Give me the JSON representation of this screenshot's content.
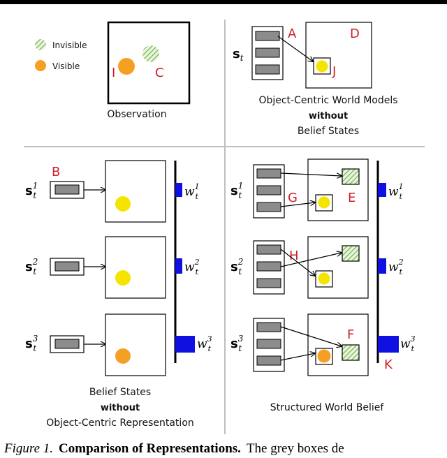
{
  "legend": {
    "invisible": "Invisible",
    "visible": "Visible"
  },
  "observation": {
    "caption": "Observation",
    "label_I": "I",
    "label_C": "C"
  },
  "ocwm": {
    "line1": "Object-Centric World Models",
    "line2": "without",
    "line3": "Belief States",
    "label_A": "A",
    "label_D": "D",
    "label_J": "J",
    "state_main": "s",
    "state_sub": "t"
  },
  "belief": {
    "line1": "Belief States",
    "line2": "without",
    "line3": "Object-Centric Representation",
    "label_B": "B",
    "rows": [
      {
        "s": "s",
        "sup": "1",
        "sub": "t",
        "w": "w",
        "wsup": "1",
        "wsub": "t"
      },
      {
        "s": "s",
        "sup": "2",
        "sub": "t",
        "w": "w",
        "wsup": "2",
        "wsub": "t"
      },
      {
        "s": "s",
        "sup": "3",
        "sub": "t",
        "w": "w",
        "wsup": "3",
        "wsub": "t"
      }
    ]
  },
  "swb": {
    "caption": "Structured World Belief",
    "label_G": "G",
    "label_E": "E",
    "label_H": "H",
    "label_F": "F",
    "label_K": "K",
    "rows": [
      {
        "s": "s",
        "sup": "1",
        "sub": "t",
        "w": "w",
        "wsup": "1",
        "wsub": "t"
      },
      {
        "s": "s",
        "sup": "2",
        "sub": "t",
        "w": "w",
        "wsup": "2",
        "wsub": "t"
      },
      {
        "s": "s",
        "sup": "3",
        "sub": "t",
        "w": "w",
        "wsup": "3",
        "wsub": "t"
      }
    ]
  },
  "figure_caption": {
    "prefix": "Figure 1.",
    "title": "Comparison of Representations.",
    "text": "The grey boxes de"
  },
  "colors": {
    "yellow": "#f5e400",
    "orange": "#f5a025",
    "blue": "#1010e0",
    "gray": "#8c8c8c",
    "red_label": "#cc1f2a",
    "green_hatch": "#6fb34a"
  }
}
